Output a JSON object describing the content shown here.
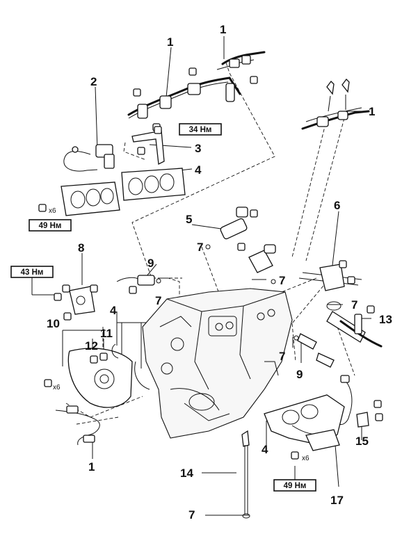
{
  "callouts": {
    "c1_top": "1",
    "c1_mid": "1",
    "c1_right": "1",
    "c1_bottom": "1",
    "c2": "2",
    "c3": "3",
    "c4_top": "4",
    "c4_left": "4",
    "c4_bottom": "4",
    "c5": "5",
    "c6": "6",
    "c7_a": "7",
    "c7_b": "7",
    "c7_c": "7",
    "c7_d": "7",
    "c7_e": "7",
    "c7_f": "7",
    "c8": "8",
    "c9_top": "9",
    "c9_bottom": "9",
    "c10": "10",
    "c11": "11",
    "c12": "12",
    "c13": "13",
    "c14": "14",
    "c15": "15",
    "c17": "17"
  },
  "torques": {
    "t34": "34 Нм",
    "t49_left": "49 Нм",
    "t43": "43 Нм",
    "t49_bottom": "49 Нм"
  },
  "multipliers": {
    "x6_left_top": "x6",
    "x6_left_bottom": "x6",
    "x6_bottom": "x6"
  }
}
